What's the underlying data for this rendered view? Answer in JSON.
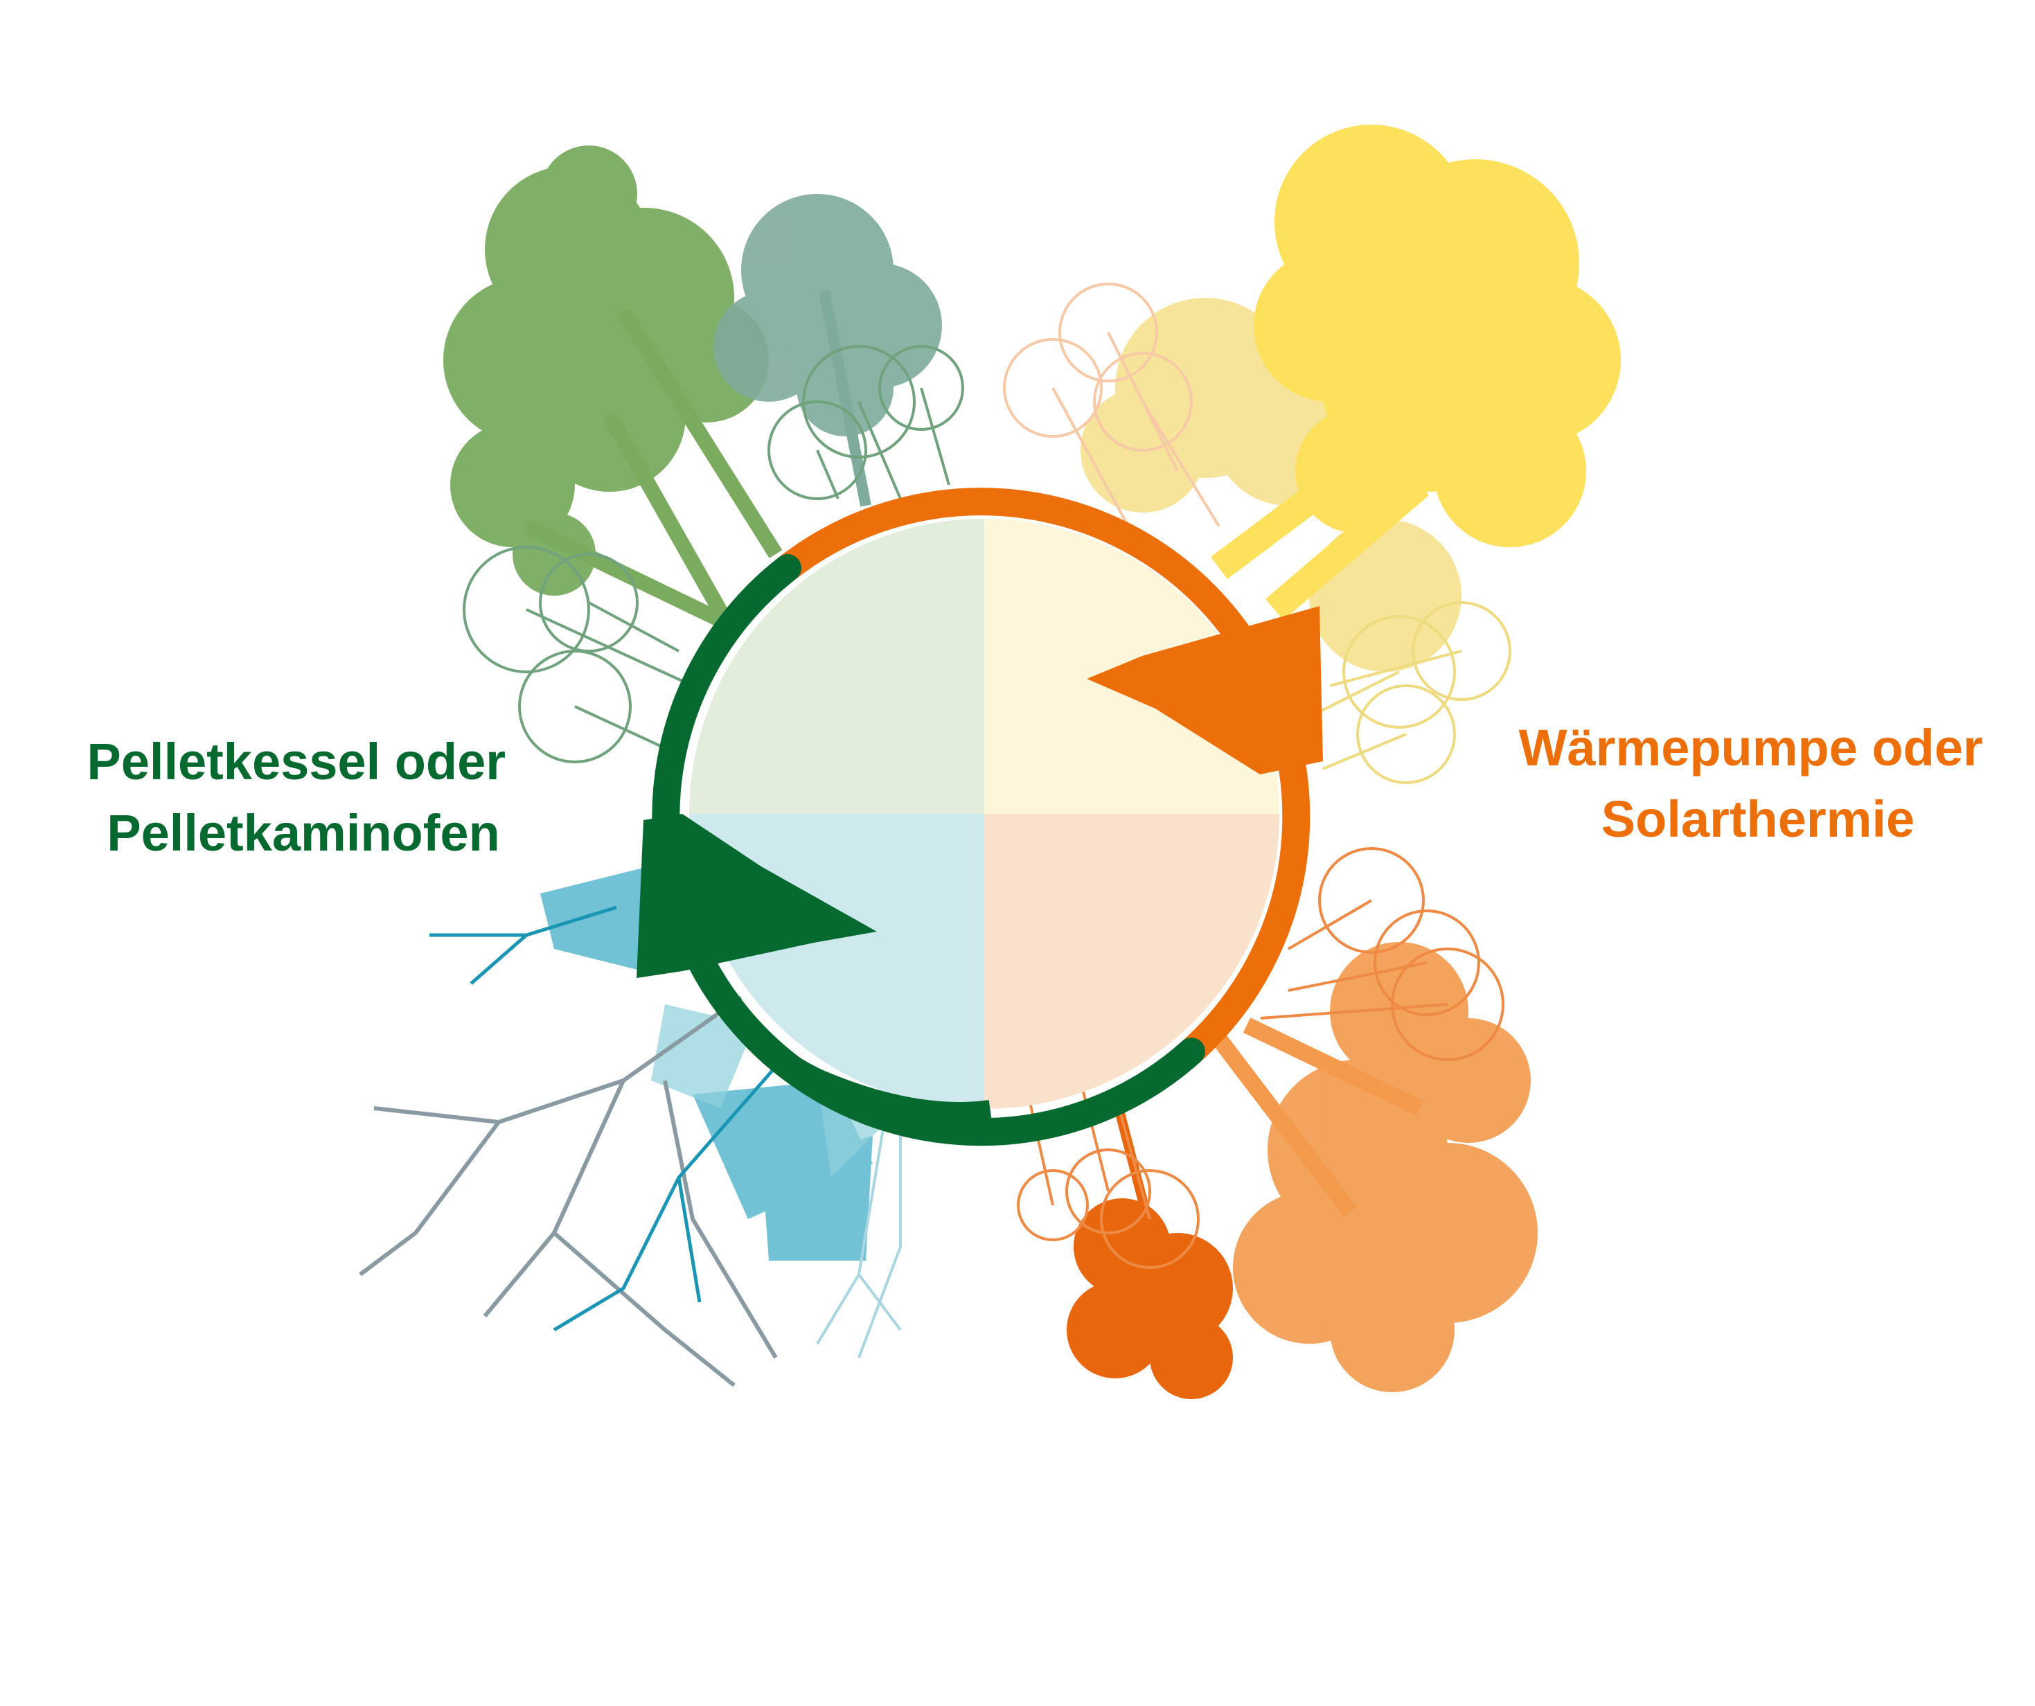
{
  "labels": {
    "left_line1": "Pelletkessel oder",
    "left_line2": "Pelletkaminofen",
    "right_line1": "Wärmepumpe oder",
    "right_line2": "Solarthermie"
  },
  "colors": {
    "green_dark": "#066a30",
    "orange": "#ec6f09",
    "quadrant_top_left": "#e3eddc",
    "quadrant_top_right": "#fdf6da",
    "quadrant_bottom_left": "#cde9ee",
    "quadrant_bottom_right": "#f9e1cc",
    "tree_green": "#7aab5f",
    "tree_teal": "#7fab9c",
    "tree_yellow": "#fde05c",
    "tree_yellow_light": "#f5e28e",
    "tree_orange": "#e8660e",
    "tree_orange_light": "#f39a4c",
    "tree_blue": "#4fb3cc",
    "tree_grey": "#8a9aa3"
  }
}
